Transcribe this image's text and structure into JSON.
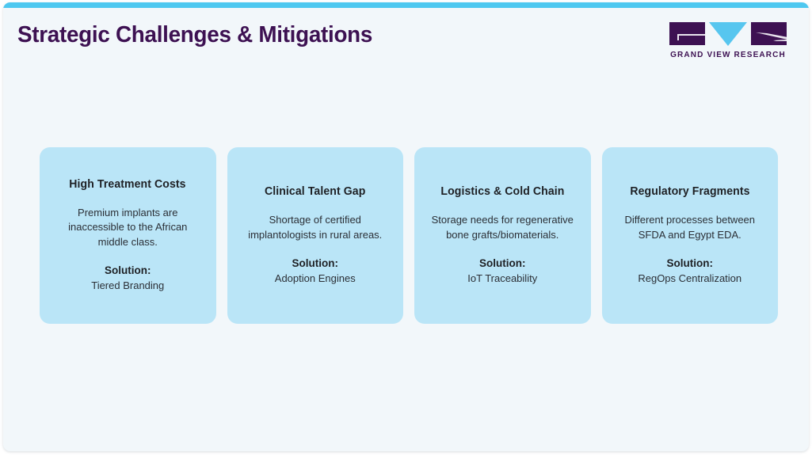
{
  "slide": {
    "title": "Strategic Challenges & Mitigations",
    "accent_color": "#4ec8f0",
    "background_color": "#f2f7fa",
    "title_color": "#3d1152"
  },
  "logo": {
    "brand_text": "GRAND VIEW RESEARCH",
    "mark_color": "#3d1152",
    "triangle_color": "#57c6ef"
  },
  "cards": [
    {
      "title": "High Treatment Costs",
      "body": "Premium implants are inaccessible to the African middle class.",
      "solution_label": "Solution:",
      "solution_value": "Tiered Branding"
    },
    {
      "title": "Clinical Talent Gap",
      "body": "Shortage of certified implantologists in rural areas.",
      "solution_label": "Solution:",
      "solution_value": "Adoption Engines"
    },
    {
      "title": "Logistics & Cold Chain",
      "body": "Storage needs for regenerative bone grafts/biomaterials.",
      "solution_label": "Solution:",
      "solution_value": "IoT Traceability"
    },
    {
      "title": "Regulatory Fragments",
      "body": "Different processes between SFDA and Egypt EDA.",
      "solution_label": "Solution:",
      "solution_value": "RegOps Centralization"
    }
  ]
}
